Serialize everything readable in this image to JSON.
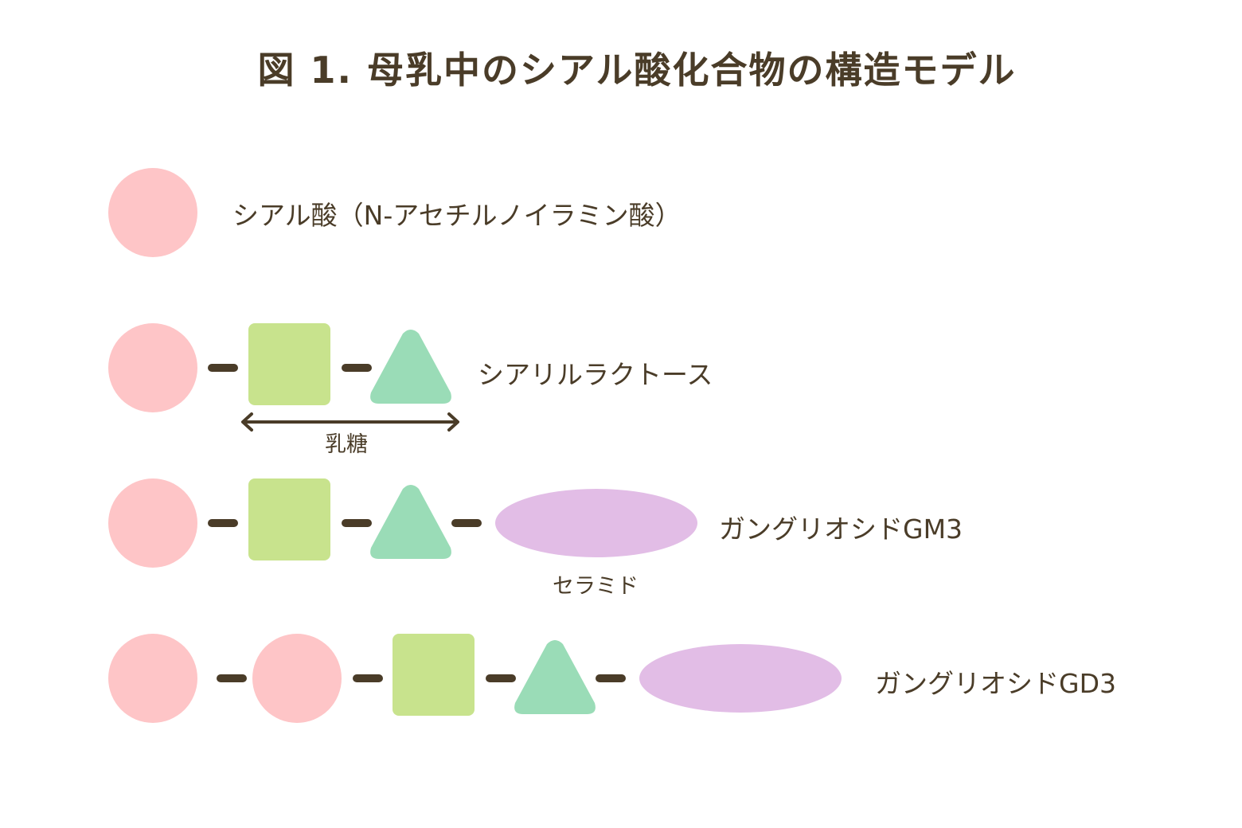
{
  "title": "図 1. 母乳中のシアル酸化合物の構造モデル",
  "rows": [
    {
      "label": "シアル酸（N-アセチルノイラミン酸）"
    },
    {
      "label": "シアリルラクトース",
      "bracket_label": "乳糖"
    },
    {
      "label": "ガングリオシドGM3",
      "ceramide_label": "セラミド"
    },
    {
      "label": "ガングリオシドGD3"
    }
  ],
  "colors": {
    "sialic_acid": "#fec5c7",
    "galactose_square": "#c8e38d",
    "glucose_triangle": "#9adcb7",
    "ceramide": "#e2bde6",
    "text_and_links": "#4a3c28"
  },
  "icons": {
    "sialic_acid": "circle",
    "square_sugar": "square",
    "triangle_sugar": "triangle",
    "ceramide": "ellipse"
  }
}
